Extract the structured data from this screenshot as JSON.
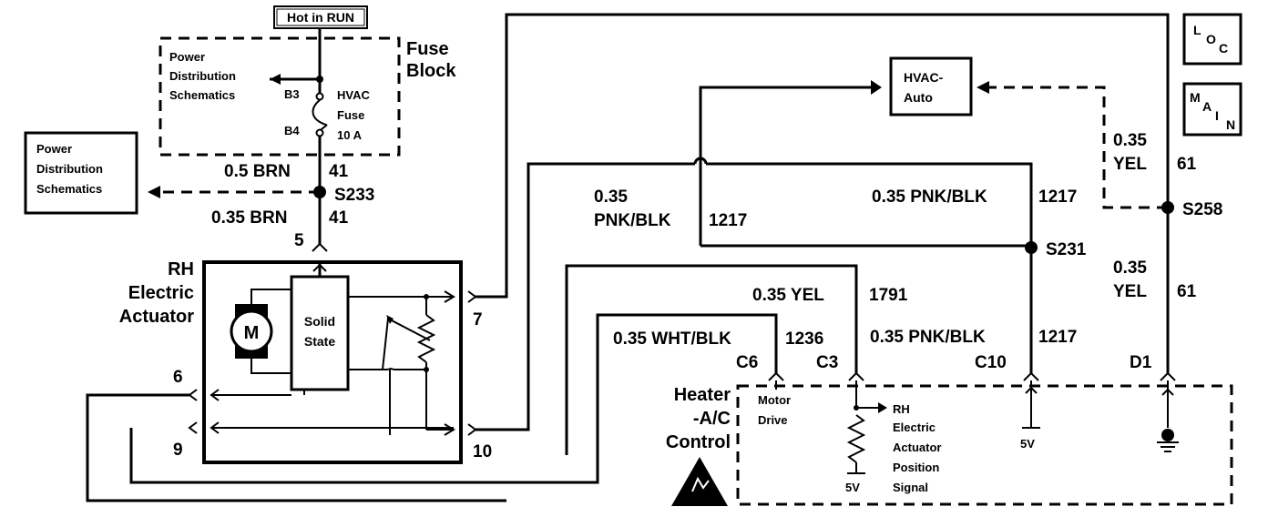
{
  "hot_in_run": "Hot in RUN",
  "fuse_block": {
    "title_line1": "Fuse",
    "title_line2": "Block",
    "pds_line1": "Power",
    "pds_line2": "Distribution",
    "pds_line3": "Schematics",
    "b3": "B3",
    "b4": "B4",
    "fuse_line1": "HVAC",
    "fuse_line2": "Fuse",
    "fuse_line3": "10 A"
  },
  "pds_box": {
    "line1": "Power",
    "line2": "Distribution",
    "line3": "Schematics"
  },
  "wires": {
    "brn_050": "0.5 BRN",
    "brn_035": "0.35 BRN",
    "circuit_41a": "41",
    "circuit_41b": "41",
    "s233": "S233",
    "pin5": "5",
    "pnkblk_left_line1": "0.35",
    "pnkblk_left_line2": "PNK/BLK",
    "circuit_1217_left": "1217",
    "pnkblk_top": "0.35 PNK/BLK",
    "circuit_1217_top": "1217",
    "s231": "S231",
    "yel_1791": "0.35 YEL",
    "circuit_1791": "1791",
    "whtblk": "0.35 WHT/BLK",
    "circuit_1236": "1236",
    "pnkblk_bottom": "0.35 PNK/BLK",
    "circuit_1217_bottom": "1217",
    "yel_top_line1": "0.35",
    "yel_top_line2": "YEL",
    "circuit_61_top": "61",
    "s258": "S258",
    "yel_bot_line1": "0.35",
    "yel_bot_line2": "YEL",
    "circuit_61_bot": "61"
  },
  "actuator": {
    "title_line1": "RH",
    "title_line2": "Electric",
    "title_line3": "Actuator",
    "motor": "M",
    "solid_line1": "Solid",
    "solid_line2": "State",
    "pin6": "6",
    "pin7": "7",
    "pin9": "9",
    "pin10": "10"
  },
  "hvac_auto": {
    "line1": "HVAC-",
    "line2": "Auto"
  },
  "loc_icon": {
    "l": "L",
    "o": "O",
    "c": "C"
  },
  "main_icon": {
    "m": "M",
    "a": "A",
    "i": "I",
    "n": "N"
  },
  "control": {
    "title_line1": "Heater",
    "title_line2": "-A/C",
    "title_line3": "Control",
    "c6": "C6",
    "c3": "C3",
    "c10": "C10",
    "d1": "D1",
    "motor_line1": "Motor",
    "motor_line2": "Drive",
    "rh_line1": "RH",
    "rh_line2": "Electric",
    "rh_line3": "Actuator",
    "rh_line4": "Position",
    "rh_line5": "Signal",
    "v5_a": "5V",
    "v5_b": "5V"
  }
}
